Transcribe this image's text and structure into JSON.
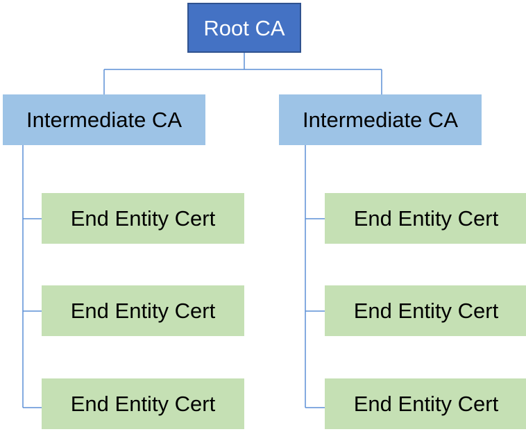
{
  "colors": {
    "root_fill": "#4472c4",
    "root_border": "#2f528f",
    "intermediate_fill": "#9dc3e6",
    "end_entity_fill": "#c5e0b4",
    "connector": "#5b8fd6"
  },
  "root": {
    "label": "Root CA"
  },
  "intermediates": [
    {
      "label": "Intermediate CA",
      "end_entities": [
        {
          "label": "End Entity Cert"
        },
        {
          "label": "End Entity Cert"
        },
        {
          "label": "End Entity Cert"
        }
      ]
    },
    {
      "label": "Intermediate CA",
      "end_entities": [
        {
          "label": "End Entity Cert"
        },
        {
          "label": "End Entity Cert"
        },
        {
          "label": "End Entity Cert"
        }
      ]
    }
  ]
}
